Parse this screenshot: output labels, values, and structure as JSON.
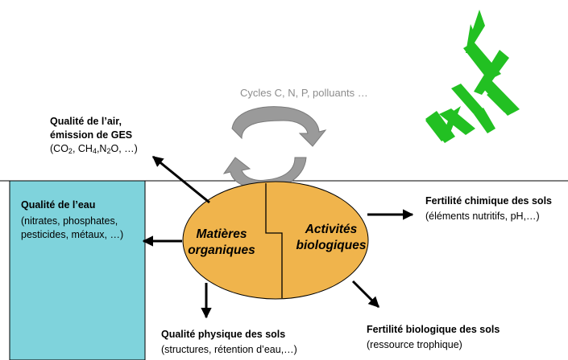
{
  "cycles_label": "Cycles C, N, P, polluants …",
  "center": {
    "left": [
      "Matières",
      "organiques"
    ],
    "right": [
      "Activités",
      "biologiques"
    ]
  },
  "air": {
    "title": [
      "Qualité de l’air,",
      "émission de GES"
    ],
    "detail_parts": [
      "(CO",
      "2",
      ", CH",
      "4",
      ",N",
      "2",
      "O, …)"
    ]
  },
  "water": {
    "title": "Qualité de l’eau",
    "details": [
      "(nitrates, phosphates,",
      "pesticides, métaux, …)"
    ]
  },
  "chemical": {
    "title": "Fertilité chimique des sols",
    "detail": "(éléments nutritifs, pH,…)"
  },
  "physical": {
    "title": "Qualité physique des sols",
    "detail": "(structures, rétention d’eau,…)"
  },
  "biological": {
    "title": "Fertilité biologique des sols",
    "detail": "(ressource trophique)"
  },
  "colors": {
    "water_fill": "#7fd3dc",
    "ellipse_fill": "#f0b44c",
    "plant_green": "#22c022",
    "cycle_gray": "#9a9a9a",
    "arrow_black": "#000000"
  },
  "icons": [
    "plant-icon",
    "cycle-arrows-icon"
  ]
}
